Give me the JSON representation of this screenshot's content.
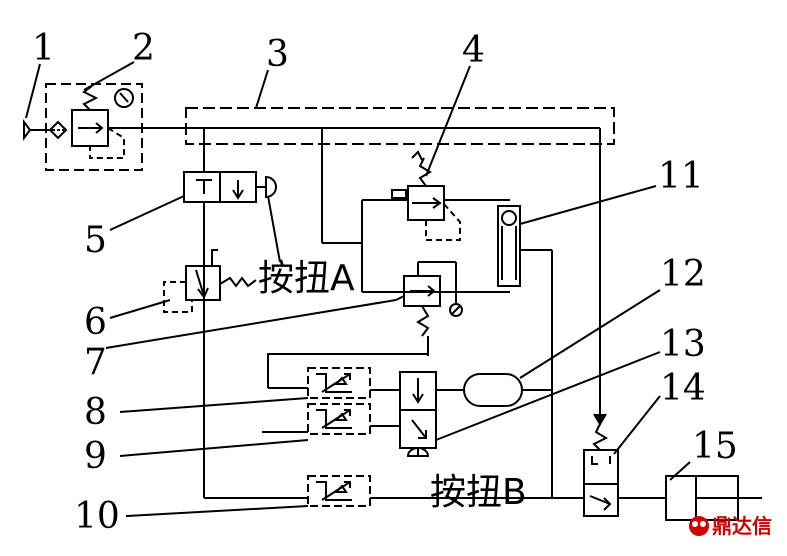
{
  "labels": {
    "n1": "1",
    "n2": "2",
    "n3": "3",
    "n4": "4",
    "n5": "5",
    "n6": "6",
    "n7": "7",
    "n8": "8",
    "n9": "9",
    "n10": "10",
    "n11": "11",
    "n12": "12",
    "n13": "13",
    "n14": "14",
    "n15": "15"
  },
  "buttons": {
    "a": "按扭A",
    "b": "按扭B"
  },
  "watermark": "鼎达信",
  "colors": {
    "line": "#000000",
    "watermark": "#d40000"
  }
}
